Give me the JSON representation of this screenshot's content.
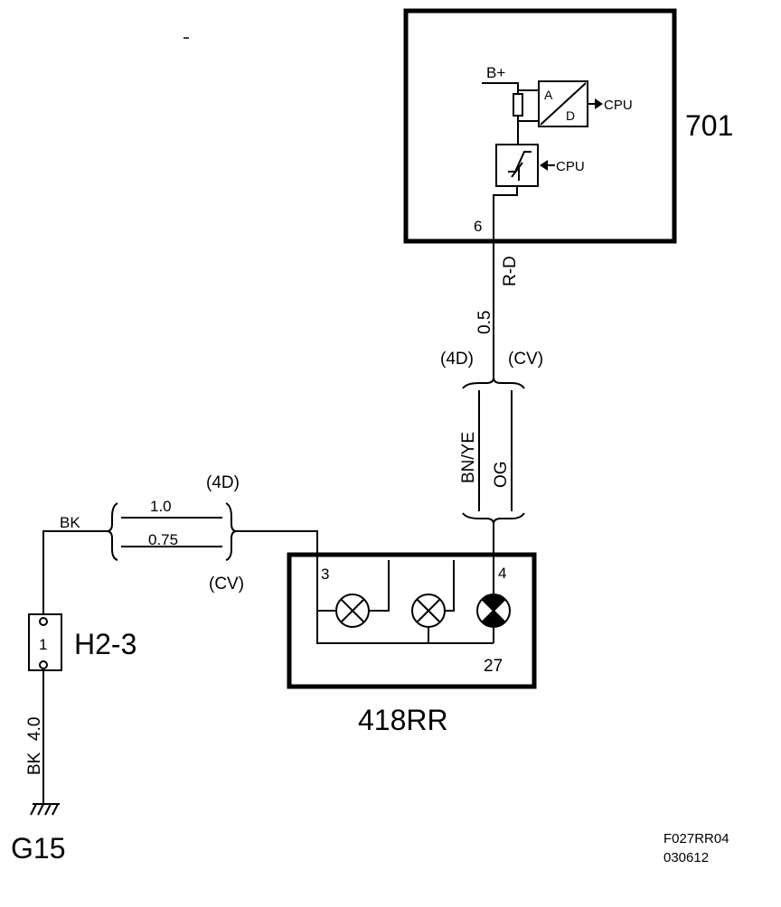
{
  "components": {
    "control_module": {
      "id": "701",
      "pin": "6",
      "supply": "B+",
      "adc_top": "A",
      "adc_bottom": "D",
      "cpu_out": "CPU",
      "cpu_in": "CPU"
    },
    "lamp_unit": {
      "id": "418RR",
      "pin_left": "3",
      "pin_right": "4",
      "pin_bottom": "27"
    },
    "connector": {
      "id": "H2-3",
      "pin": "1"
    },
    "ground": {
      "id": "G15"
    }
  },
  "wires": {
    "w1": {
      "size": "0.5",
      "color": "R-D"
    },
    "w2_left": "BN/YE",
    "w2_right": "OG",
    "w3": {
      "color": "BK",
      "size_top": "1.0",
      "size_bottom": "0.75"
    },
    "w4": {
      "size": "4.0",
      "color": "BK"
    }
  },
  "variants": {
    "top_left": "(4D)",
    "top_right": "(CV)",
    "mid_top": "(4D)",
    "mid_bottom": "(CV)"
  },
  "footer": {
    "code": "F027RR04",
    "date": "030612"
  }
}
